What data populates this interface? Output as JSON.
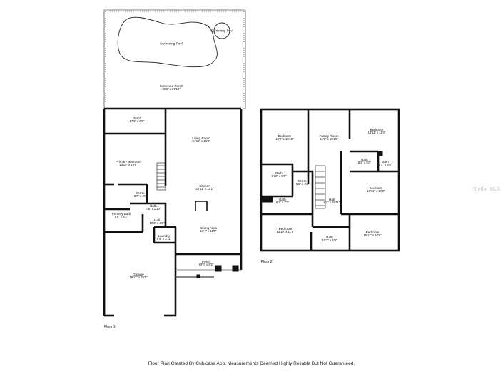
{
  "floor1": {
    "label": "Floor 1",
    "rooms": [
      {
        "id": "pool",
        "name": "Swimming Pool",
        "dims": ""
      },
      {
        "id": "spa",
        "name": "Swimming Pool",
        "dims": ""
      },
      {
        "id": "screened-porch",
        "name": "Screened Porch",
        "dims": "39'0\" x 27'10\""
      },
      {
        "id": "porch-rear",
        "name": "Porch",
        "dims": "17'5\" x 6'8\""
      },
      {
        "id": "living-room",
        "name": "Living Room",
        "dims": "24'10\" x 18'2\""
      },
      {
        "id": "primary-bedroom",
        "name": "Primary Bedroom",
        "dims": "13'10\" x 19'5\""
      },
      {
        "id": "kitchen",
        "name": "Kitchen",
        "dims": "20'11\" x 12'1\""
      },
      {
        "id": "wic-1",
        "name": "W.I.C.",
        "dims": "6'7\" x 4'0\""
      },
      {
        "id": "bath-1",
        "name": "Bath",
        "dims": "7'6\" x 2'10\""
      },
      {
        "id": "primary-bath",
        "name": "Primary Bath",
        "dims": "9'8\" x 8'2\""
      },
      {
        "id": "hall-1",
        "name": "Hall",
        "dims": "10'0\" x 4'2\""
      },
      {
        "id": "laundry",
        "name": "Laundry",
        "dims": "5'9\" x 3'11\""
      },
      {
        "id": "dining-area",
        "name": "Dining Area",
        "dims": "18'7\" x 11'5\""
      },
      {
        "id": "porch-front",
        "name": "Porch",
        "dims": "19'0\" x 8'5\""
      },
      {
        "id": "garage",
        "name": "Garage",
        "dims": "19'11\" x 29'1\""
      }
    ]
  },
  "floor2": {
    "label": "Floor 2",
    "rooms": [
      {
        "id": "bedroom-a",
        "name": "Bedroom",
        "dims": "13'0\" x 15'10\""
      },
      {
        "id": "family-room",
        "name": "Family Room",
        "dims": "11'5\" x 15'10\""
      },
      {
        "id": "bedroom-b",
        "name": "Bedroom",
        "dims": "13'11\" x 11'4\""
      },
      {
        "id": "bath-2a",
        "name": "Bath",
        "dims": "8'1\" x 5'6\""
      },
      {
        "id": "bath-2b",
        "name": "Bath",
        "dims": "5'4\" x 5'6\""
      },
      {
        "id": "bath-2c",
        "name": "Bath",
        "dims": "8'10\" x 8'3\""
      },
      {
        "id": "wic-2",
        "name": "W.I.C.",
        "dims": "5'6\" x 4'2\""
      },
      {
        "id": "bedroom-c",
        "name": "Bedroom",
        "dims": "13'11\" x 10'0\""
      },
      {
        "id": "bath-2d",
        "name": "Bath",
        "dims": "5'1\" x 3'3\""
      },
      {
        "id": "hall-2",
        "name": "Hall",
        "dims": "8'7\" x 18'11\""
      },
      {
        "id": "bedroom-d",
        "name": "Bedroom",
        "dims": "13'10\" x 11'9\""
      },
      {
        "id": "bath-2e",
        "name": "Bath",
        "dims": "10'7\" x 4'9\""
      },
      {
        "id": "bedroom-e",
        "name": "Bedroom",
        "dims": "15'11\" x 10'6\""
      }
    ]
  },
  "footer": "Floor Plan Created By Cubicasa App. Measurements Deemed Highly Reliable But Not Guaranteed.",
  "watermark": "Stellar MLS"
}
